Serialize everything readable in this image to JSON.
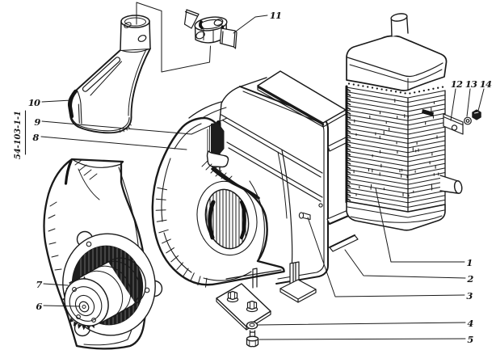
{
  "figure": {
    "kind": "exploded-parts-diagram",
    "background": "#ffffff",
    "ink": "#1a1a1a"
  },
  "part_code": "54-103-1-1",
  "callouts": {
    "c1": "1",
    "c2": "2",
    "c3": "3",
    "c4": "4",
    "c5": "5",
    "c6": "6",
    "c7": "7",
    "c8": "8",
    "c9": "9",
    "c10": "10",
    "c11": "11",
    "c12": "12",
    "c13": "13",
    "c14": "14"
  }
}
